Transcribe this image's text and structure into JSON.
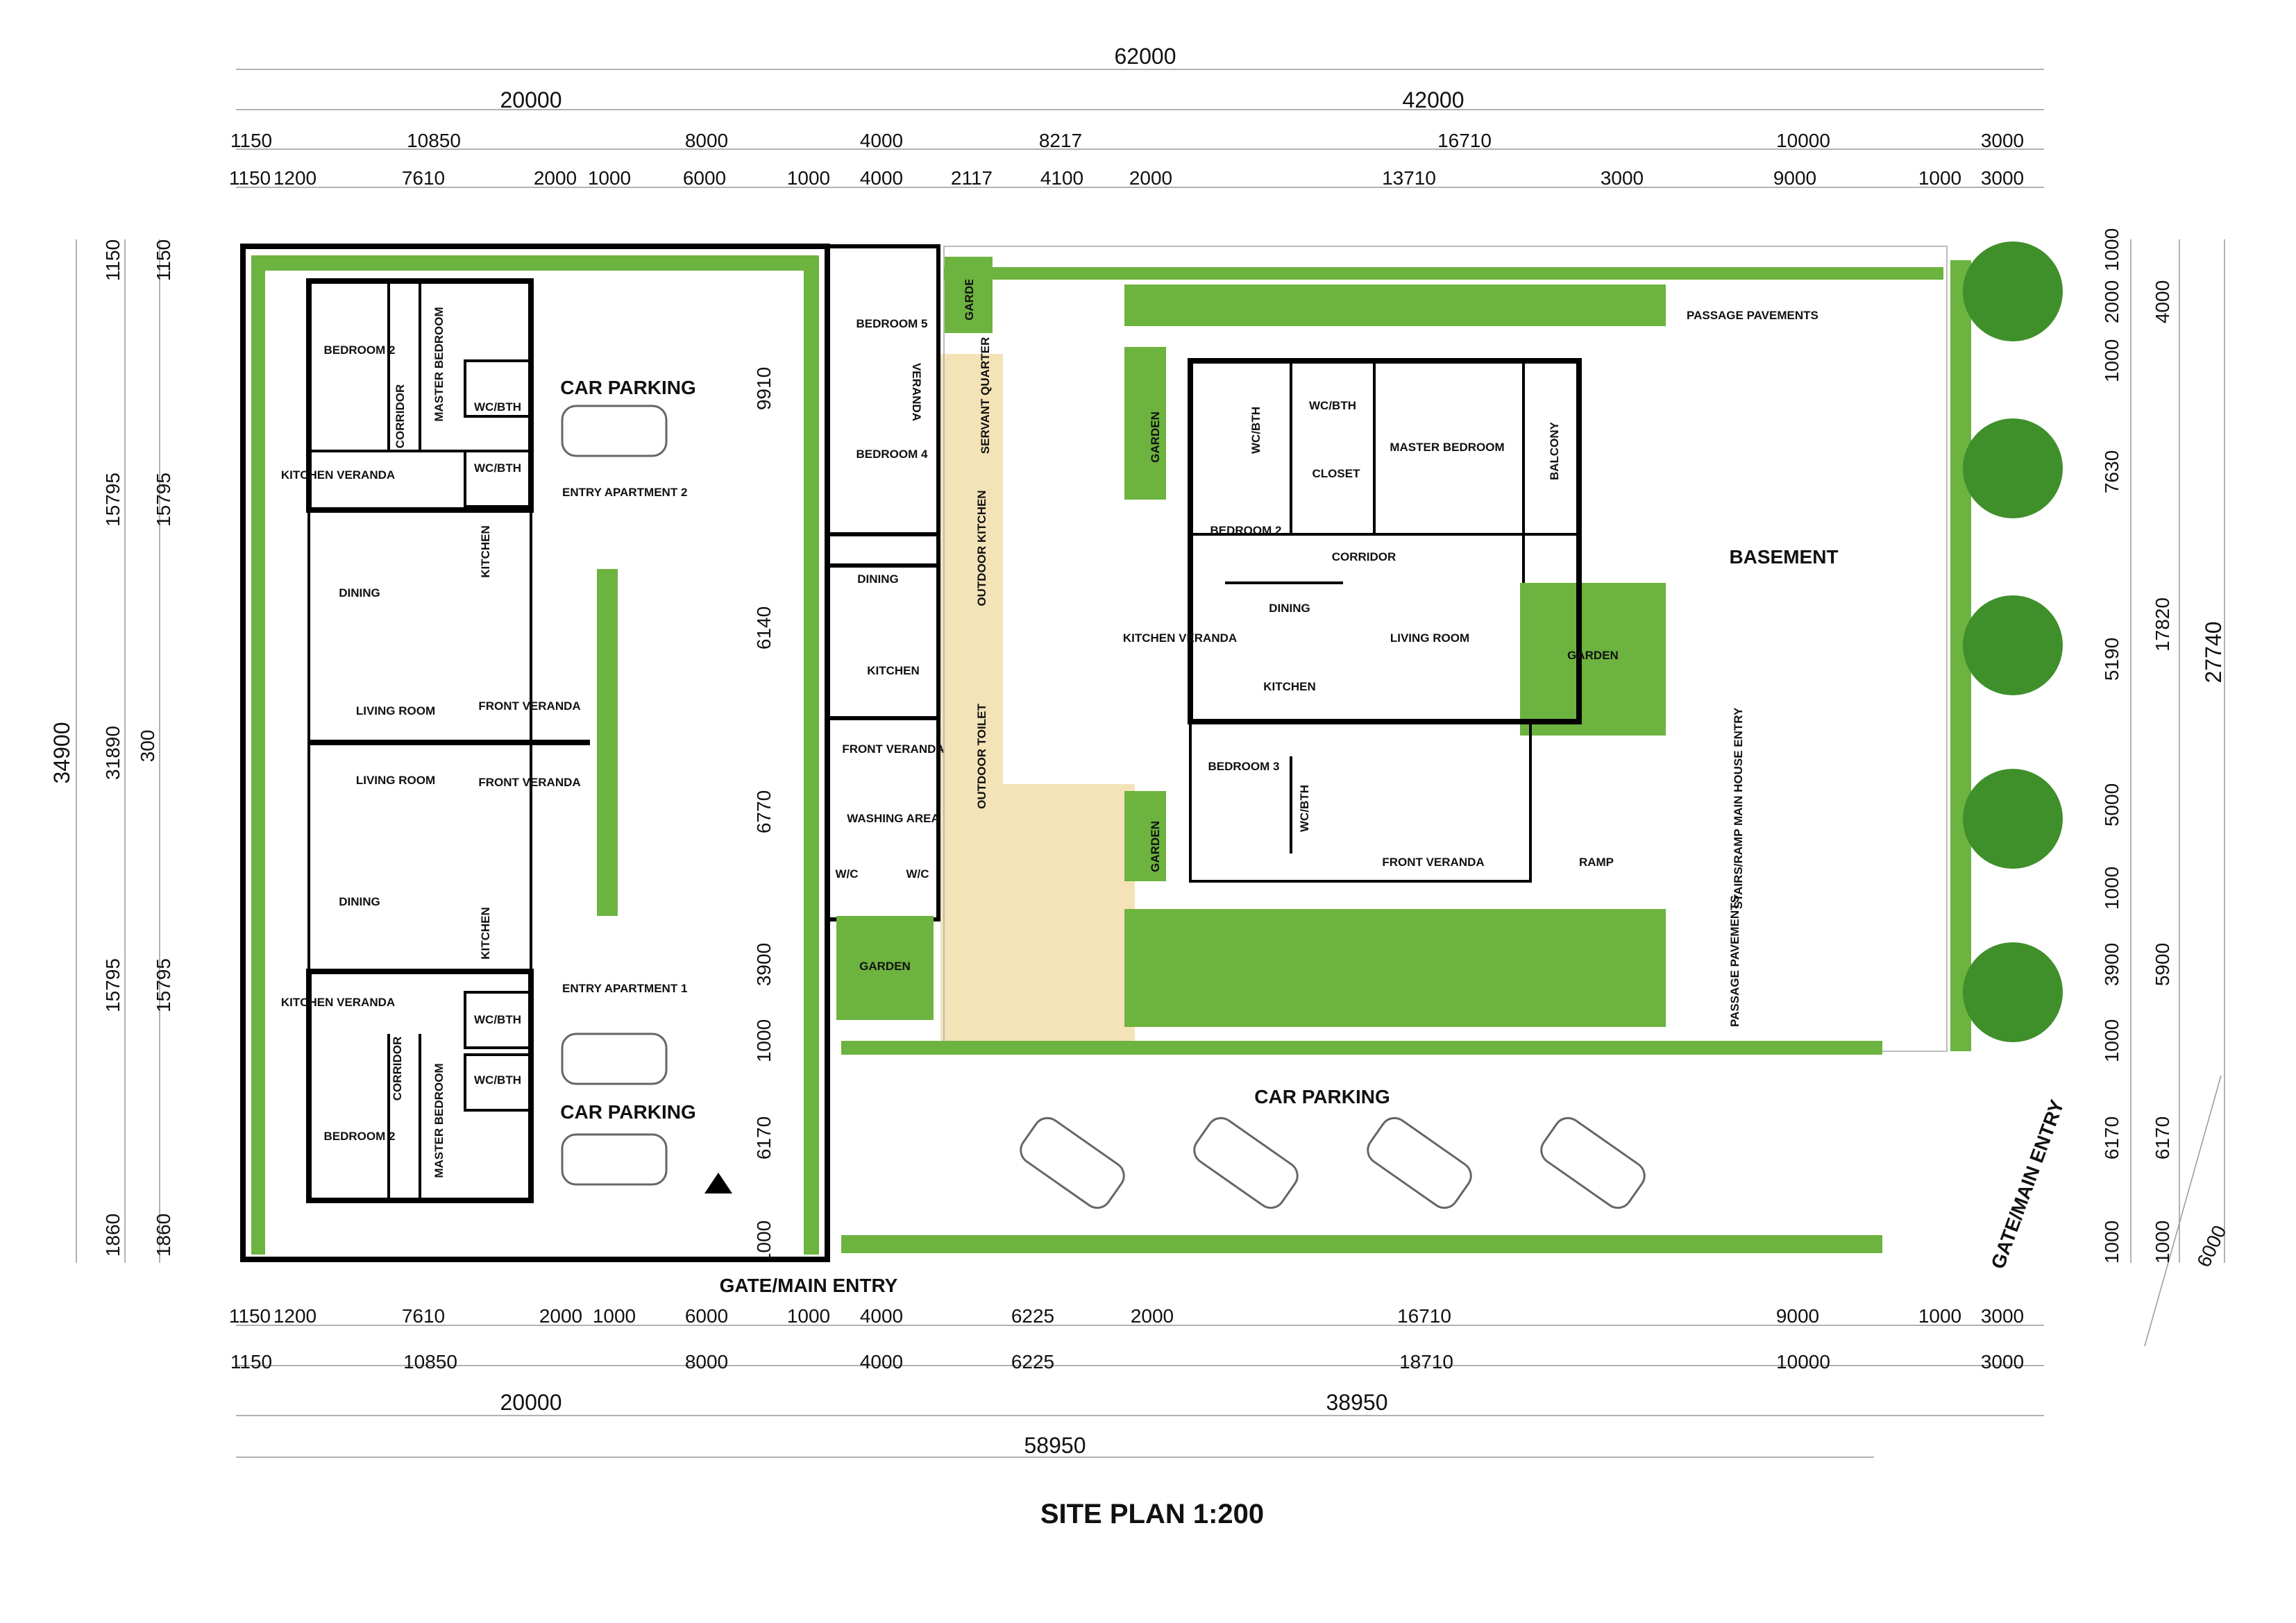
{
  "title": "SITE PLAN 1:200",
  "dimensions": {
    "top_total": "62000",
    "top_level2": [
      "20000",
      "42000"
    ],
    "top_level3": [
      "1150",
      "10850",
      "8000",
      "4000",
      "8217",
      "16710",
      "10000",
      "3000"
    ],
    "top_level4": [
      "1150",
      "1200",
      "7610",
      "2000",
      "1000",
      "6000",
      "1000",
      "4000",
      "2117",
      "4100",
      "2000",
      "13710",
      "3000",
      "9000",
      "1000",
      "3000"
    ],
    "bottom_level1": [
      "1150",
      "1200",
      "7610",
      "2000",
      "1000",
      "6000",
      "1000",
      "4000",
      "6225",
      "2000",
      "16710",
      "9000",
      "1000",
      "3000"
    ],
    "bottom_level2": [
      "1150",
      "10850",
      "8000",
      "4000",
      "6225",
      "18710",
      "10000",
      "3000"
    ],
    "bottom_level3": [
      "20000",
      "38950"
    ],
    "bottom_total": "58950",
    "left_total": "34900",
    "left_level2": [
      "31890"
    ],
    "left_level3": [
      "1150",
      "15795",
      "300",
      "15795",
      "1860"
    ],
    "left_level4": [
      "1150",
      "15795",
      "15795",
      "1860"
    ],
    "inner_left": [
      "9910",
      "6140",
      "6770",
      "3900",
      "1000",
      "6170",
      "1000"
    ],
    "right_level1": [
      "1000",
      "2000",
      "1000",
      "7630",
      "5190",
      "5000",
      "1000",
      "3900",
      "1000",
      "6170",
      "1000"
    ],
    "right_level2": [
      "4000",
      "17820",
      "5900",
      "6170",
      "1000"
    ],
    "right_total": "27740",
    "gate_width": "6000"
  },
  "labels": {
    "apt_upper": {
      "bedroom2": "BEDROOM 2",
      "master_bedroom": "MASTER BEDROOM",
      "corridor": "CORRIDOR",
      "wc_bth_1": "WC/BTH",
      "wc_bth_2": "WC/BTH",
      "kitchen_veranda": "KITCHEN VERANDA",
      "kitchen": "KITCHEN",
      "dining": "DINING",
      "living_room": "LIVING ROOM",
      "front_veranda": "FRONT VERANDA",
      "car_parking": "CAR PARKING",
      "entry": "ENTRY APARTMENT 2"
    },
    "apt_lower": {
      "living_room": "LIVING ROOM",
      "front_veranda": "FRONT VERANDA",
      "dining": "DINING",
      "kitchen": "KITCHEN",
      "kitchen_veranda": "KITCHEN VERANDA",
      "corridor": "CORRIDOR",
      "wc_bth_1": "WC/BTH",
      "wc_bth_2": "WC/BTH",
      "bedroom2": "BEDROOM 2",
      "master_bedroom": "MASTER BEDROOM",
      "car_parking": "CAR PARKING",
      "entry": "ENTRY APARTMENT 1"
    },
    "servant": {
      "bedroom5": "BEDROOM 5",
      "veranda": "VERANDA",
      "bedroom4": "BEDROOM 4",
      "servant_quarter": "SERVANT QUARTER",
      "garden": "GARDEN",
      "dining": "DINING",
      "kitchen": "KITCHEN",
      "outdoor_kitchen": "OUTDOOR KITCHEN",
      "front_veranda": "FRONT VERANDA",
      "outdoor_toilet": "OUTDOOR TOILET",
      "washing_area": "WASHING AREA",
      "wc1": "W/C",
      "wc2": "W/C",
      "garden_lower": "GARDEN"
    },
    "main_house": {
      "wc_bth": "WC/BTH",
      "master_bedroom": "MASTER BEDROOM",
      "balcony": "BALCONY",
      "closet": "CLOSET",
      "wc_bth_small": "WC/BTH",
      "bedroom2": "BEDROOM 2",
      "corridor": "CORRIDOR",
      "dining": "DINING",
      "kitchen_veranda": "KITCHEN VERANDA",
      "kitchen": "KITCHEN",
      "living_room": "LIVING ROOM",
      "bedroom3": "BEDROOM 3",
      "wc_bth_3": "WC/BTH",
      "front_veranda": "FRONT VERANDA",
      "ramp": "RAMP",
      "garden_1": "GARDEN",
      "garden_2": "GARDEN",
      "garden_3": "GARDEN",
      "basement": "BASEMENT",
      "stairs": "STAIRS/RAMP MAIN HOUSE ENTRY",
      "passage_top": "PASSAGE PAVEMENTS",
      "passage_bottom": "PASSAGE PAVEMENTS"
    },
    "site": {
      "car_parking": "CAR PARKING",
      "gate_main_entry_bottom": "GATE/MAIN ENTRY",
      "gate_main_entry_right": "GATE/MAIN ENTRY"
    }
  },
  "colors": {
    "grass": "#6db33f",
    "paver": "#f5e3b8",
    "wall": "#000000",
    "tree": "#3f8f2a"
  }
}
